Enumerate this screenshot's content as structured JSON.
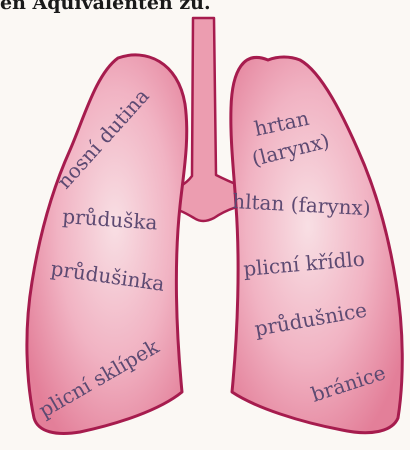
{
  "heading": "en Äquivalenten zu.",
  "labels": {
    "left": {
      "nasal_cavity": "nosní dutina",
      "bronchus": "průduška",
      "bronchiole": "průdušinka",
      "alveolus": "plicní sklípek"
    },
    "right": {
      "larynx": "hrtan",
      "larynx_latin": "(larynx)",
      "pharynx": "hltan (farynx)",
      "lung_lobe": "plicní křídlo",
      "trachea": "průdušnice",
      "diaphragm": "bránice"
    }
  },
  "colors": {
    "lung_fill": "#e98fa6",
    "lung_outline": "#a61c4e",
    "lung_highlight": "#f8dfe4",
    "label_text": "#5d4a72"
  }
}
